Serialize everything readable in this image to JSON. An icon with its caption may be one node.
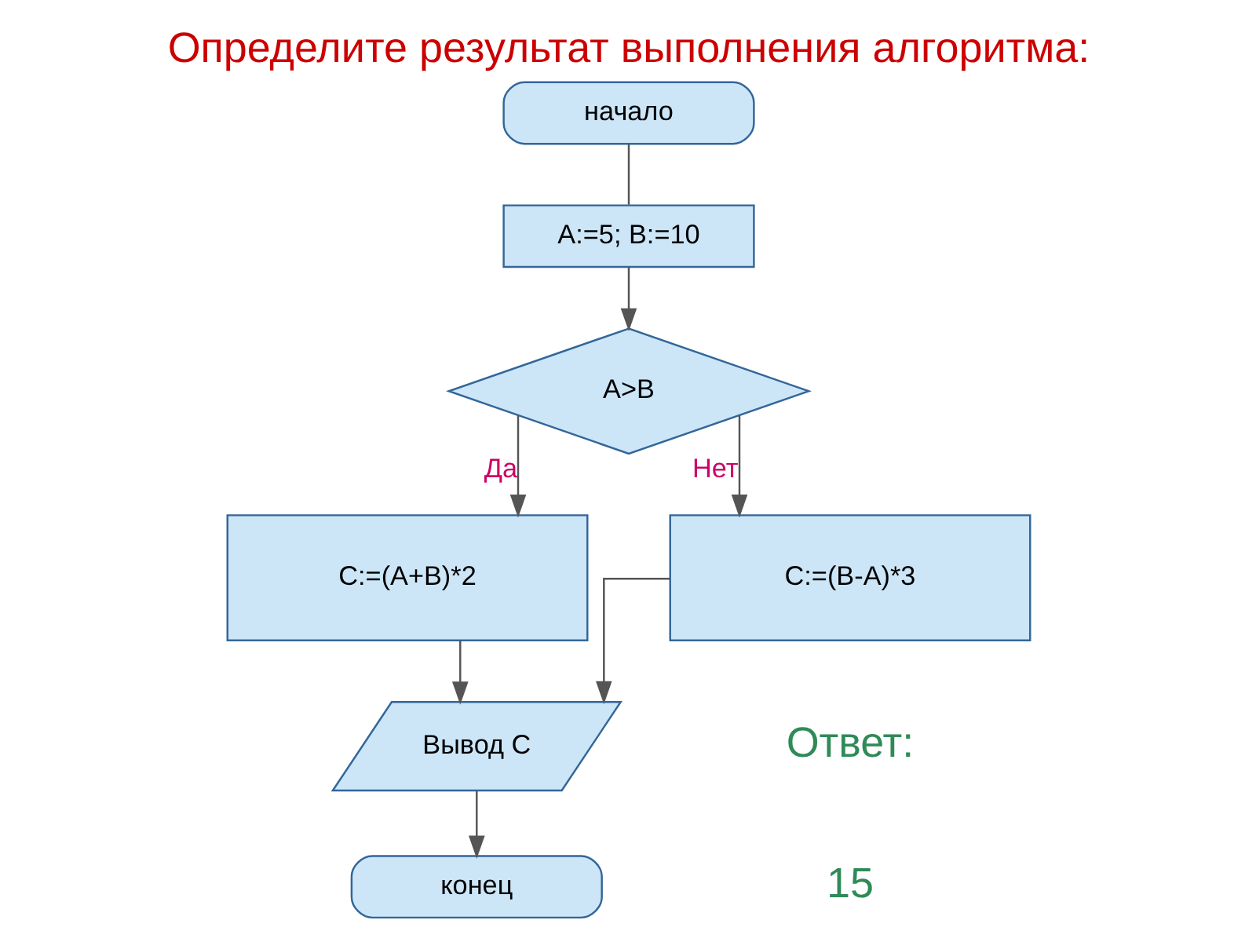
{
  "diagram": {
    "title": "Определите результат выполнения алгоритма:",
    "nodes": [
      {
        "text": [
          "начало"
        ]
      },
      {
        "text": [
          "A:=5; B:=10"
        ]
      },
      {
        "text": [
          "A>B"
        ]
      },
      {
        "text": [
          "C:=(A+B)*2"
        ]
      },
      {
        "text": [
          "C:=(B-A)*3"
        ]
      },
      {
        "text": [
          "Вывод C"
        ]
      },
      {
        "text": [
          "конец"
        ]
      }
    ],
    "edges": [
      {
        "from": 0,
        "to": 1,
        "arrow": "none"
      },
      {
        "from": 1,
        "to": 2,
        "arrow": "to"
      },
      {
        "from": 2,
        "to": 3,
        "arrow": "to",
        "label": "Да"
      },
      {
        "from": 2,
        "to": 4,
        "arrow": "to",
        "label": "Нет"
      },
      {
        "from": 3,
        "to": 5,
        "arrow": "to"
      },
      {
        "from": 4,
        "to": 5,
        "arrow": "to"
      },
      {
        "from": 5,
        "to": 6,
        "arrow": "to"
      }
    ],
    "labels": [
      "Ответ:",
      "15"
    ]
  }
}
